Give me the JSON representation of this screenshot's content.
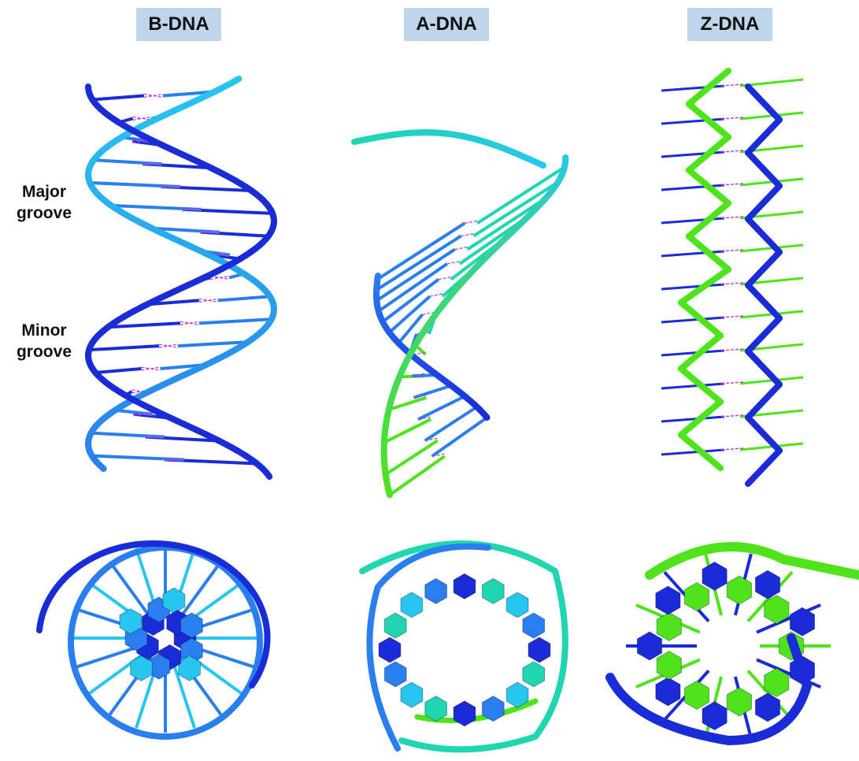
{
  "panels": [
    {
      "title": "B-DNA"
    },
    {
      "title": "A-DNA"
    },
    {
      "title": "Z-DNA"
    }
  ],
  "labels": {
    "major": [
      "Major",
      "groove"
    ],
    "minor": [
      "Minor",
      "groove"
    ]
  },
  "colors": {
    "title_bg": "#bfd6ea",
    "deep_blue": "#1a2bd8",
    "mid_blue": "#2a7ff0",
    "cyan": "#27c6ee",
    "teal": "#1fd6b0",
    "green": "#4ee31a",
    "hbond": "#c23ad0"
  }
}
